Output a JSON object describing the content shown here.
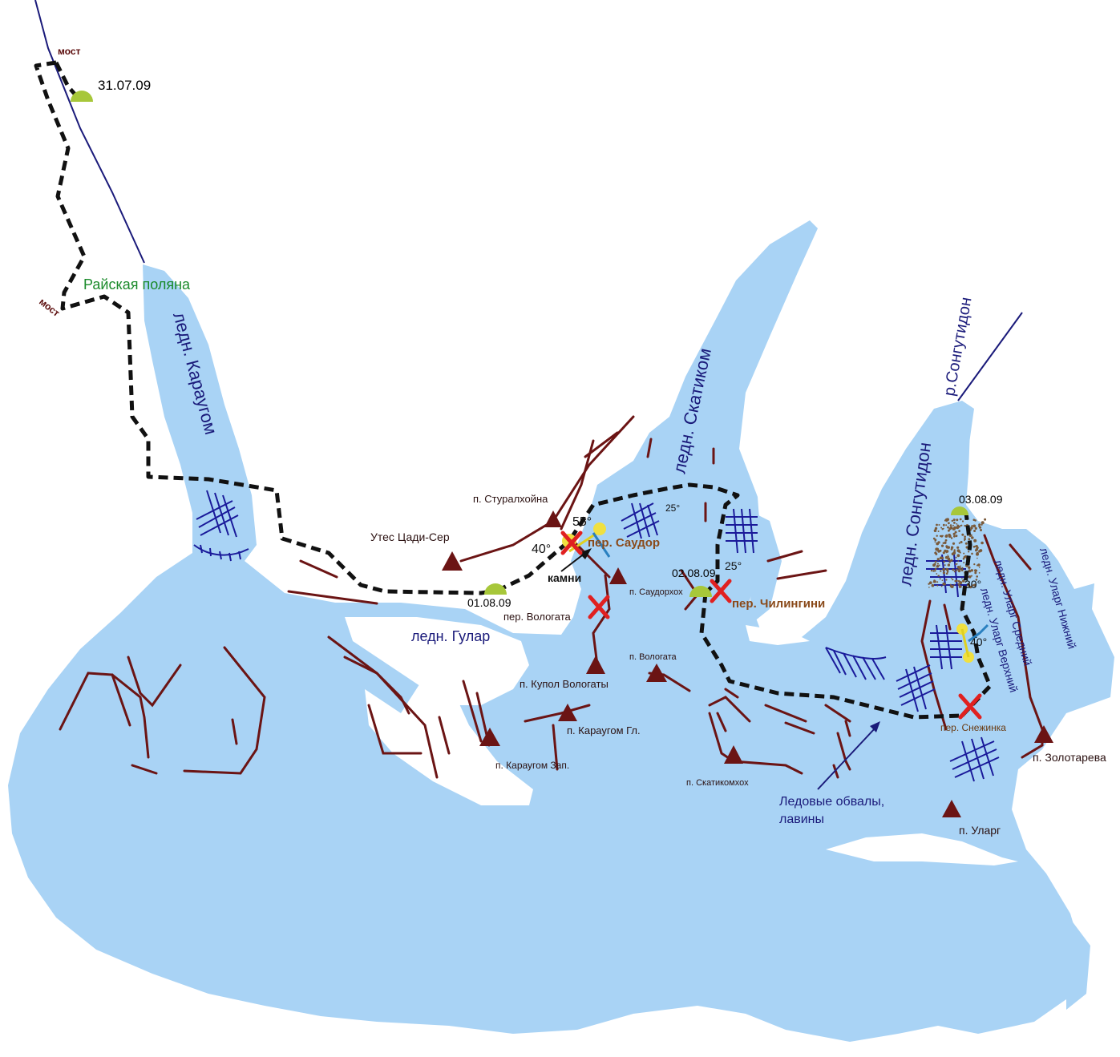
{
  "labels": {
    "bridge_top": "мост",
    "bridge_left": "мост",
    "date_1": "31.07.09",
    "date_2": "01.08.09",
    "date_3": "02.08.09",
    "date_4": "03.08.09",
    "rayskaya": "Райская поляна",
    "glacier_karaugom": "ледн. Караугом",
    "glacier_skatikom": "ледн. Скатиком",
    "glacier_songutidon": "ледн. Сонгутидон",
    "glacier_gular": "ледн. Гулар",
    "glacier_ularg_verkh": "ледн. Уларг Верхний",
    "glacier_ularg_sredn": "ледн. Уларг Средний",
    "glacier_ularg_nizh": "ледн. Уларг Нижний",
    "river_songutidon": "р.Сонгутидон",
    "pass_saudor": "пер. Саудор",
    "pass_chilingini": "пер. Чилингини",
    "pass_vologata": "пер. Вологата",
    "pass_snezhinka": "пер. Снежинка",
    "peak_sturalhoyna": "п. Стуралхойна",
    "peak_saudorhoh": "п. Саудорхох",
    "peak_kupol": "п. Купол Вологаты",
    "peak_vologata": "п. Вологата",
    "peak_karaugom_gl": "п. Караугом Гл.",
    "peak_karaugom_zap": "п. Караугом Зап.",
    "peak_skatikomhoh": "п. Скатикомхох",
    "peak_zolotareva": "п. Золотарева",
    "peak_ularg": "п. Уларг",
    "cliff": "Утес Цади-Сер",
    "stones": "камни",
    "icefall_1": "Ледовые обвалы,",
    "icefall_2": "лавины",
    "angle_55": "55°",
    "angle_40a": "40°",
    "angle_25a": "25°",
    "angle_25b": "25°",
    "angle_30": "30°",
    "angle_40b": "40°"
  },
  "colors": {
    "glacier": "#a9d3f5",
    "ridge": "#6b1414",
    "route": "#111111",
    "river": "#1a1a7a",
    "peak": "#6b1414",
    "pass_mark": "#e02020",
    "camp": "#a7c73a",
    "crevasse": "#1a1a9a"
  }
}
